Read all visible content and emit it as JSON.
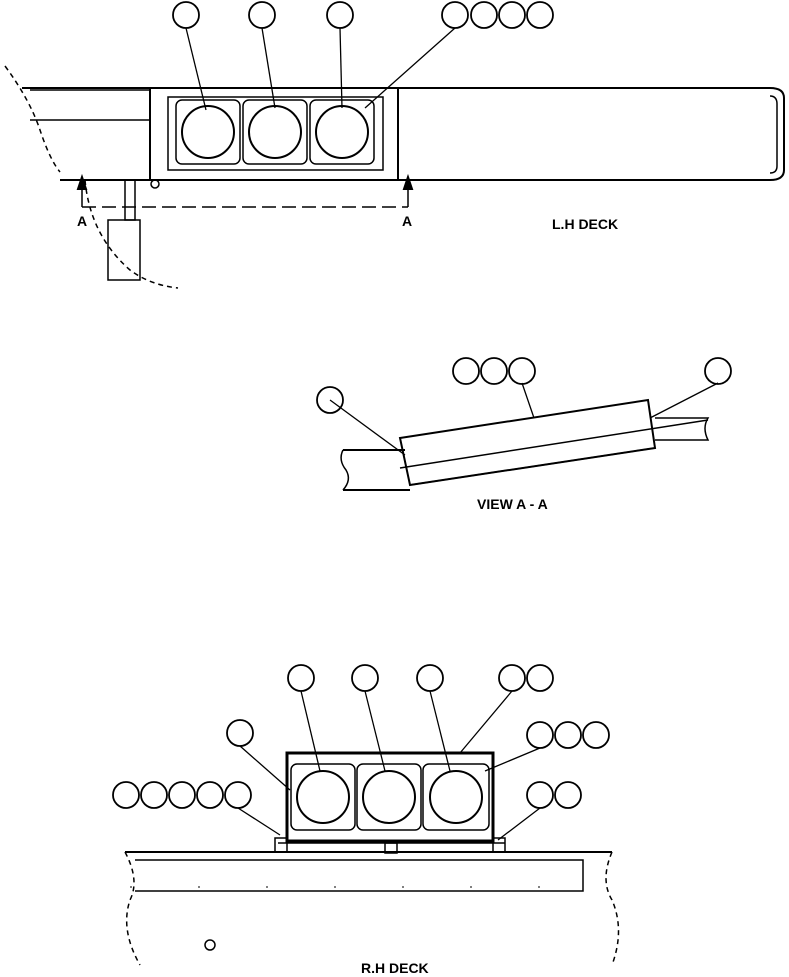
{
  "labels": {
    "lh_deck": "L.H DECK",
    "view_aa": "VIEW A - A",
    "rh_deck": "R.H DECK",
    "section_left": "A",
    "section_right": "A"
  },
  "colors": {
    "line": "#000000",
    "background": "#ffffff"
  }
}
